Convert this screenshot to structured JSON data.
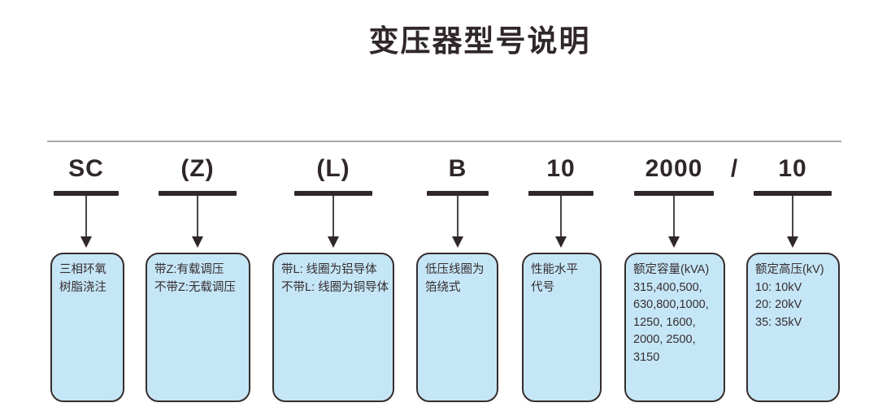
{
  "title": "变压器型号说明",
  "slash_separator": "/",
  "colors": {
    "box_fill": "#c5e6f7",
    "box_border": "#362d2c",
    "ink": "#302728",
    "text": "#362e2f",
    "divider_line": "#a9a9a9",
    "arrow": "#4c4444"
  },
  "columns": [
    {
      "code": "SC",
      "lines": [
        "三相环氧",
        "树脂浇注"
      ]
    },
    {
      "code": "(Z)",
      "lines": [
        "带Z:有载调压",
        "不带Z:无载调压"
      ]
    },
    {
      "code": "(L)",
      "lines": [
        "带L: 线圈为铝导体",
        "不带L: 线圈为铜导体"
      ]
    },
    {
      "code": "B",
      "lines": [
        "低压线圈为",
        "箔绕式"
      ]
    },
    {
      "code": "10",
      "lines": [
        "性能水平",
        "代号"
      ]
    },
    {
      "code": "2000",
      "lines": [
        "额定容量(kVA)",
        "315,400,500,",
        "630,800,1000,",
        "1250, 1600,",
        "2000, 2500,",
        "3150"
      ]
    },
    {
      "code": "10",
      "lines": [
        "额定高压(kV)",
        "10: 10kV",
        "20: 20kV",
        "35: 35kV"
      ]
    }
  ]
}
